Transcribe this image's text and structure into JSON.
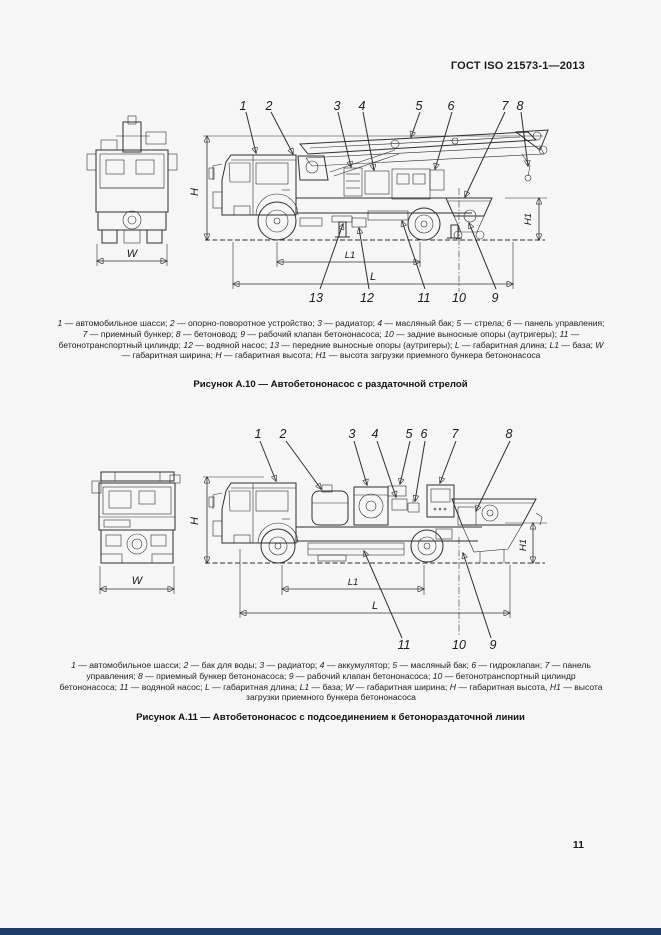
{
  "header": {
    "title": "ГОСТ ISO 21573-1—2013"
  },
  "footer": {
    "page_number": "11"
  },
  "colors": {
    "paper": "#f6f6f7",
    "ink": "#1a1a1a",
    "drawing_line": "#2f2f2f",
    "footer_bar": "#1d3a64"
  },
  "dims": {
    "h": "H",
    "w": "W",
    "h1": "H1",
    "l1": "L1",
    "l": "L"
  },
  "figures": {
    "a10": {
      "caption": "Рисунок А.10 — Автобетононасос с раздаточной стрелой",
      "callouts_top": [
        "1",
        "2",
        "3",
        "4",
        "5",
        "6",
        "7",
        "8"
      ],
      "callouts_bottom": [
        "13",
        "12",
        "11",
        "10",
        "9"
      ],
      "legend": [
        {
          "t": "1",
          "i": 1
        },
        {
          "t": " — автомобильное шасси; ",
          "i": 0
        },
        {
          "t": "2",
          "i": 1
        },
        {
          "t": " — опорно-поворотное устройство; ",
          "i": 0
        },
        {
          "t": "3",
          "i": 1
        },
        {
          "t": " — радиатор; ",
          "i": 0
        },
        {
          "t": "4",
          "i": 1
        },
        {
          "t": " — масляный бак; ",
          "i": 0
        },
        {
          "t": "5",
          "i": 1
        },
        {
          "t": " — стрела; ",
          "i": 0
        },
        {
          "t": "6",
          "i": 1
        },
        {
          "t": " — панель управления; ",
          "i": 0
        },
        {
          "t": "7",
          "i": 1
        },
        {
          "t": " — приемный бункер; ",
          "i": 0
        },
        {
          "t": "8",
          "i": 1
        },
        {
          "t": " — бетоновод; ",
          "i": 0
        },
        {
          "t": "9",
          "i": 1
        },
        {
          "t": " — рабочий клапан бетононасоса; ",
          "i": 0
        },
        {
          "t": "10",
          "i": 1
        },
        {
          "t": " — задние выносные опоры (аутригеры); ",
          "i": 0
        },
        {
          "t": "11",
          "i": 1
        },
        {
          "t": " — бетонотранспортный цилиндр; ",
          "i": 0
        },
        {
          "t": "12",
          "i": 1
        },
        {
          "t": " — водяной насос; ",
          "i": 0
        },
        {
          "t": "13",
          "i": 1
        },
        {
          "t": " — передние выносные опоры (аутригеры); ",
          "i": 0
        },
        {
          "t": "L",
          "i": 1
        },
        {
          "t": " — габаритная длина; ",
          "i": 0
        },
        {
          "t": "L1",
          "i": 1
        },
        {
          "t": " — база; ",
          "i": 0
        },
        {
          "t": "W",
          "i": 1
        },
        {
          "t": " — габаритная ширина; ",
          "i": 0
        },
        {
          "t": "H",
          "i": 1
        },
        {
          "t": " — габаритная высота; ",
          "i": 0
        },
        {
          "t": "H1",
          "i": 1
        },
        {
          "t": " — высота загрузки приемного бункера бетононасоса",
          "i": 0
        }
      ]
    },
    "a11": {
      "caption": "Рисунок А.11 — Автобетононасос с подсоединением к бетонораздаточной линии",
      "callouts_top": [
        "1",
        "2",
        "3",
        "4",
        "5",
        "6",
        "7",
        "8"
      ],
      "callouts_bottom": [
        "11",
        "10",
        "9"
      ],
      "legend": [
        {
          "t": "1",
          "i": 1
        },
        {
          "t": " — автомобильное шасси; ",
          "i": 0
        },
        {
          "t": "2",
          "i": 1
        },
        {
          "t": " — бак для воды; ",
          "i": 0
        },
        {
          "t": "3",
          "i": 1
        },
        {
          "t": " — радиатор; ",
          "i": 0
        },
        {
          "t": "4",
          "i": 1
        },
        {
          "t": " — аккумулятор; ",
          "i": 0
        },
        {
          "t": "5",
          "i": 1
        },
        {
          "t": " — масляный бак; ",
          "i": 0
        },
        {
          "t": "6",
          "i": 1
        },
        {
          "t": " — гидроклапан; ",
          "i": 0
        },
        {
          "t": "7",
          "i": 1
        },
        {
          "t": " — панель управления; ",
          "i": 0
        },
        {
          "t": "8",
          "i": 1
        },
        {
          "t": " — приемный бункер бетононасоса; ",
          "i": 0
        },
        {
          "t": "9",
          "i": 1
        },
        {
          "t": " — рабочий клапан бетононасоса; ",
          "i": 0
        },
        {
          "t": "10",
          "i": 1
        },
        {
          "t": " — бетонотранспортный цилиндр бетононасоса; ",
          "i": 0
        },
        {
          "t": "11",
          "i": 1
        },
        {
          "t": " — водяной насос; ",
          "i": 0
        },
        {
          "t": "L",
          "i": 1
        },
        {
          "t": " — габаритная длина; ",
          "i": 0
        },
        {
          "t": "L1",
          "i": 1
        },
        {
          "t": " — база; ",
          "i": 0
        },
        {
          "t": "W",
          "i": 1
        },
        {
          "t": " — габаритная ширина; ",
          "i": 0
        },
        {
          "t": "H",
          "i": 1
        },
        {
          "t": " — габаритная высота, ",
          "i": 0
        },
        {
          "t": "H1",
          "i": 1
        },
        {
          "t": " — высота загрузки приемного бункера бетононасоса",
          "i": 0
        }
      ]
    }
  }
}
